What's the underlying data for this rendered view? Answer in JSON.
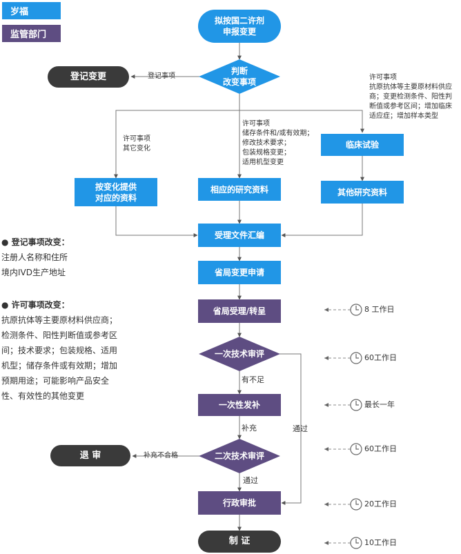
{
  "legend": {
    "applicant": "岁福",
    "regulator": "监管部门",
    "applicant_color": "#2196e6",
    "regulator_color": "#5e4d82"
  },
  "nodes": {
    "start": [
      "拟按国二许剂",
      "申报变更"
    ],
    "judge": [
      "判断",
      "改变事项"
    ],
    "register_change": "登记变更",
    "clinical": "临床试验",
    "provide_docs": [
      "按变化提供",
      "对应的资料"
    ],
    "research_docs": "相应的研究资料",
    "other_docs": "其他研究资料",
    "compile": "受理文件汇编",
    "apply": "省局变更申请",
    "accept": "省局受理/转呈",
    "review1": "一次技术审评",
    "supplement": "一次性发补",
    "review2": "二次技术审评",
    "reject": "退 审",
    "approve": "行政审批",
    "certificate": "制 证"
  },
  "edge_labels": {
    "register": "登记事项",
    "other_change": [
      "许可事项",
      "其它变化"
    ],
    "middle": [
      "许可事项",
      "储存条件和/或有效期；",
      "修改技术要求；",
      "包装规格变更；",
      "适用机型变更"
    ],
    "right": [
      "许可事项",
      "抗原抗体等主要原材料供应",
      "商；变更检测条件、阳性判",
      "断值或参考区间；增加临床",
      "适应症；增加样本类型"
    ],
    "insufficient": "有不足",
    "supplement": "补充",
    "pass": "通过",
    "pass_right": "通过",
    "supplement_fail": "补充不合格"
  },
  "timeline": [
    "8 工作日",
    "60工作日",
    "最长一年",
    "60工作日",
    "20工作日",
    "10工作日"
  ],
  "notes": {
    "register_title": "登记事项改变：",
    "register_lines": [
      "注册人名称和住所",
      "境内IVD生产地址"
    ],
    "permit_title": "许可事项改变：",
    "permit_lines": [
      "抗原抗体等主要原材料供应商；",
      "检测条件、阳性判断值或参考区",
      "间；技术要求；包装规格、适用",
      "机型；储存条件或有效期；增加",
      "预期用途；可能影响产品安全",
      "性、有效性的其他变更"
    ]
  }
}
